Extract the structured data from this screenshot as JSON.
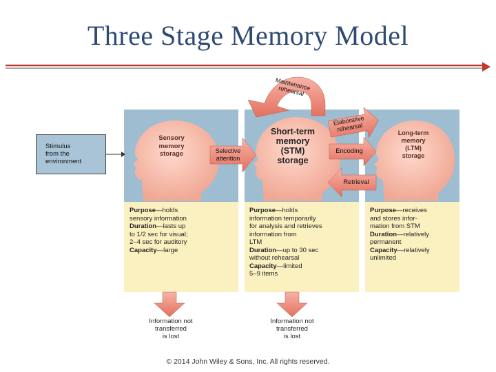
{
  "title": "Three Stage Memory Model",
  "stimulus": {
    "line1": "Stimulus",
    "line2": "from the",
    "line3": "environment"
  },
  "stages": {
    "sensory": {
      "l1": "Sensory",
      "l2": "memory",
      "l3": "storage"
    },
    "stm": {
      "l1": "Short-term",
      "l2": "memory",
      "l3": "(STM)",
      "l4": "storage"
    },
    "ltm": {
      "l1": "Long-term",
      "l2": "memory",
      "l3": "(LTM)",
      "l4": "storage"
    }
  },
  "arrows": {
    "maintenance": {
      "l1": "Maintenance",
      "l2": "rehearsal"
    },
    "selective": {
      "l1": "Selective",
      "l2": "attention"
    },
    "elaborative": {
      "l1": "Elaborative",
      "l2": "rehearsal"
    },
    "encoding": "Encoding",
    "retrieval": "Retrieval"
  },
  "descriptions": {
    "sensory": {
      "purpose_label": "Purpose",
      "purpose_l1": "—holds",
      "purpose_l2": "sensory information",
      "duration_label": "Duration",
      "duration_l1": "—lasts up",
      "duration_l2": "to 1/2 sec for visual;",
      "duration_l3": "2–4 sec for auditory",
      "capacity_label": "Capacity",
      "capacity_l1": "—large"
    },
    "stm": {
      "purpose_label": "Purpose",
      "purpose_l1": "—holds",
      "purpose_l2": "information temporarily",
      "purpose_l3": "for analysis and retrieves",
      "purpose_l4": "information from",
      "purpose_l5": "LTM",
      "duration_label": "Duration",
      "duration_l1": "—up to 30 sec",
      "duration_l2": "without rehearsal",
      "capacity_label": "Capacity",
      "capacity_l1": "—limited",
      "capacity_l2": "5–9 items"
    },
    "ltm": {
      "purpose_label": "Purpose",
      "purpose_l1": "—receives",
      "purpose_l2": "and stores infor-",
      "purpose_l3": "mation from STM",
      "duration_label": "Duration",
      "duration_l1": "—relatively",
      "duration_l2": "permanent",
      "capacity_label": "Capacity",
      "capacity_l1": "—relatively",
      "capacity_l2": "unlimited"
    }
  },
  "lost": {
    "sensory": {
      "l1": "Information not",
      "l2": "transferred",
      "l3": "is lost"
    },
    "stm": {
      "l1": "Information not",
      "l2": "transferred",
      "l3": "is lost"
    }
  },
  "footer": "© 2014 John Wiley & Sons, Inc. All rights reserved.",
  "colors": {
    "title": "#2e4a72",
    "panel_top": "#9fbdd0",
    "panel_bottom": "#fbf1c0",
    "head": "#f4b9a6",
    "arrow": "#ef8a7c",
    "rule_line": "#c0392b"
  }
}
